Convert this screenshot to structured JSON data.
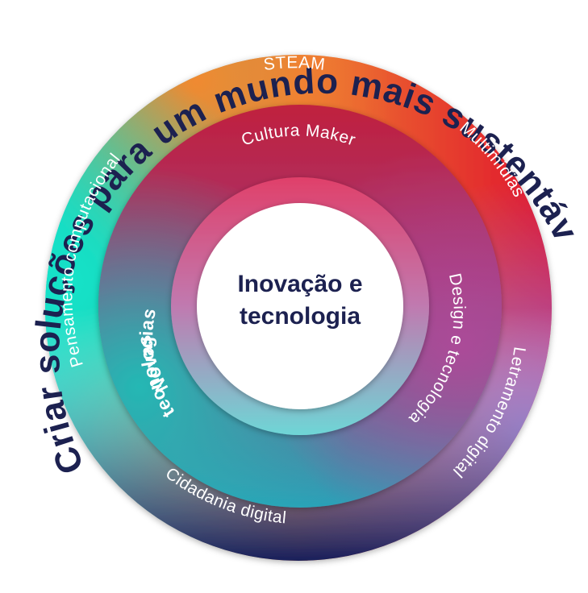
{
  "title": "Criar soluções para um mundo mais sustentável",
  "outer_ring": {
    "labels": {
      "steam": "STEAM",
      "multimidias": "Multimídias",
      "letramento": "Letramento digital",
      "cidadania": "Cidadania digital",
      "pensamento": "Pensamento computacional"
    }
  },
  "middle_ring": {
    "labels": {
      "cultura": "Cultura Maker",
      "design": "Design e tecnologia",
      "novas_line1": "Novas",
      "novas_line2": "tecnologias"
    }
  },
  "center": {
    "line1": "Inovação e",
    "line2": "tecnologia"
  },
  "colors": {
    "title_text": "#1c2150",
    "orange": "#ee6a2c",
    "red": "#e0142e",
    "purple": "#8c6ad0",
    "navy": "#0e1a5c",
    "teal": "#1ed9c4"
  }
}
